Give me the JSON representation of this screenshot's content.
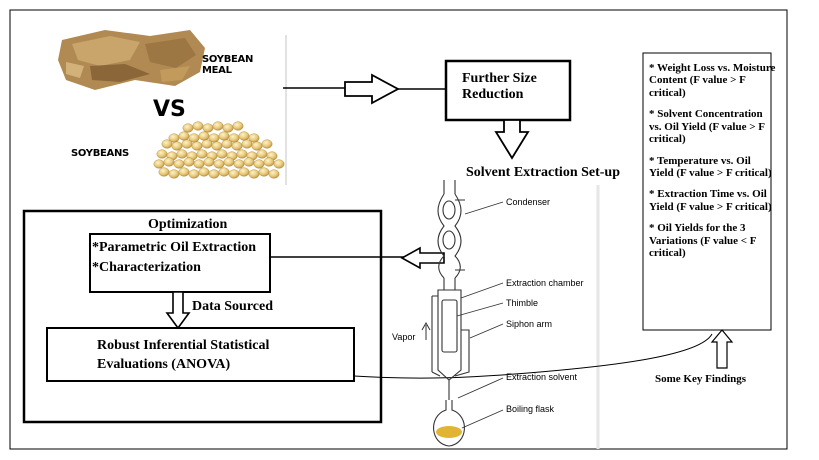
{
  "labels": {
    "soybean_meal": "SOYBEAN MEAL",
    "versus": "VS",
    "soybeans": "SOYBEANS",
    "size_reduction": "Further Size Reduction",
    "extraction_setup": "Solvent Extraction Set-up",
    "optimization": "Optimization",
    "parametric": "*Parametric Oil Extraction",
    "characterization": "*Characterization",
    "data_sourced": "Data Sourced",
    "anova_line1": "Robust Inferential Statistical",
    "anova_line2": "Evaluations (ANOVA)",
    "some_key_findings": "Some Key Findings"
  },
  "apparatus": {
    "condenser": "Condenser",
    "extraction_chamber": "Extraction chamber",
    "thimble": "Thimble",
    "siphon_arm": "Siphon arm",
    "vapor": "Vapor",
    "extraction_solvent": "Extraction solvent",
    "boiling_flask": "Boiling flask"
  },
  "findings": [
    "* Weight Loss vs. Moisture Content (F value > F critical)",
    "* Solvent Concentration vs. Oil Yield (F value > F critical)",
    "* Temperature vs. Oil Yield (F value > F critical)",
    "* Extraction Time vs. Oil Yield (F value > F critical)",
    "* Oil Yields for the 3 Variations (F value < F critical)"
  ],
  "colors": {
    "meal": "#b08a52",
    "bean": "#e6c77a",
    "line": "#000000"
  }
}
